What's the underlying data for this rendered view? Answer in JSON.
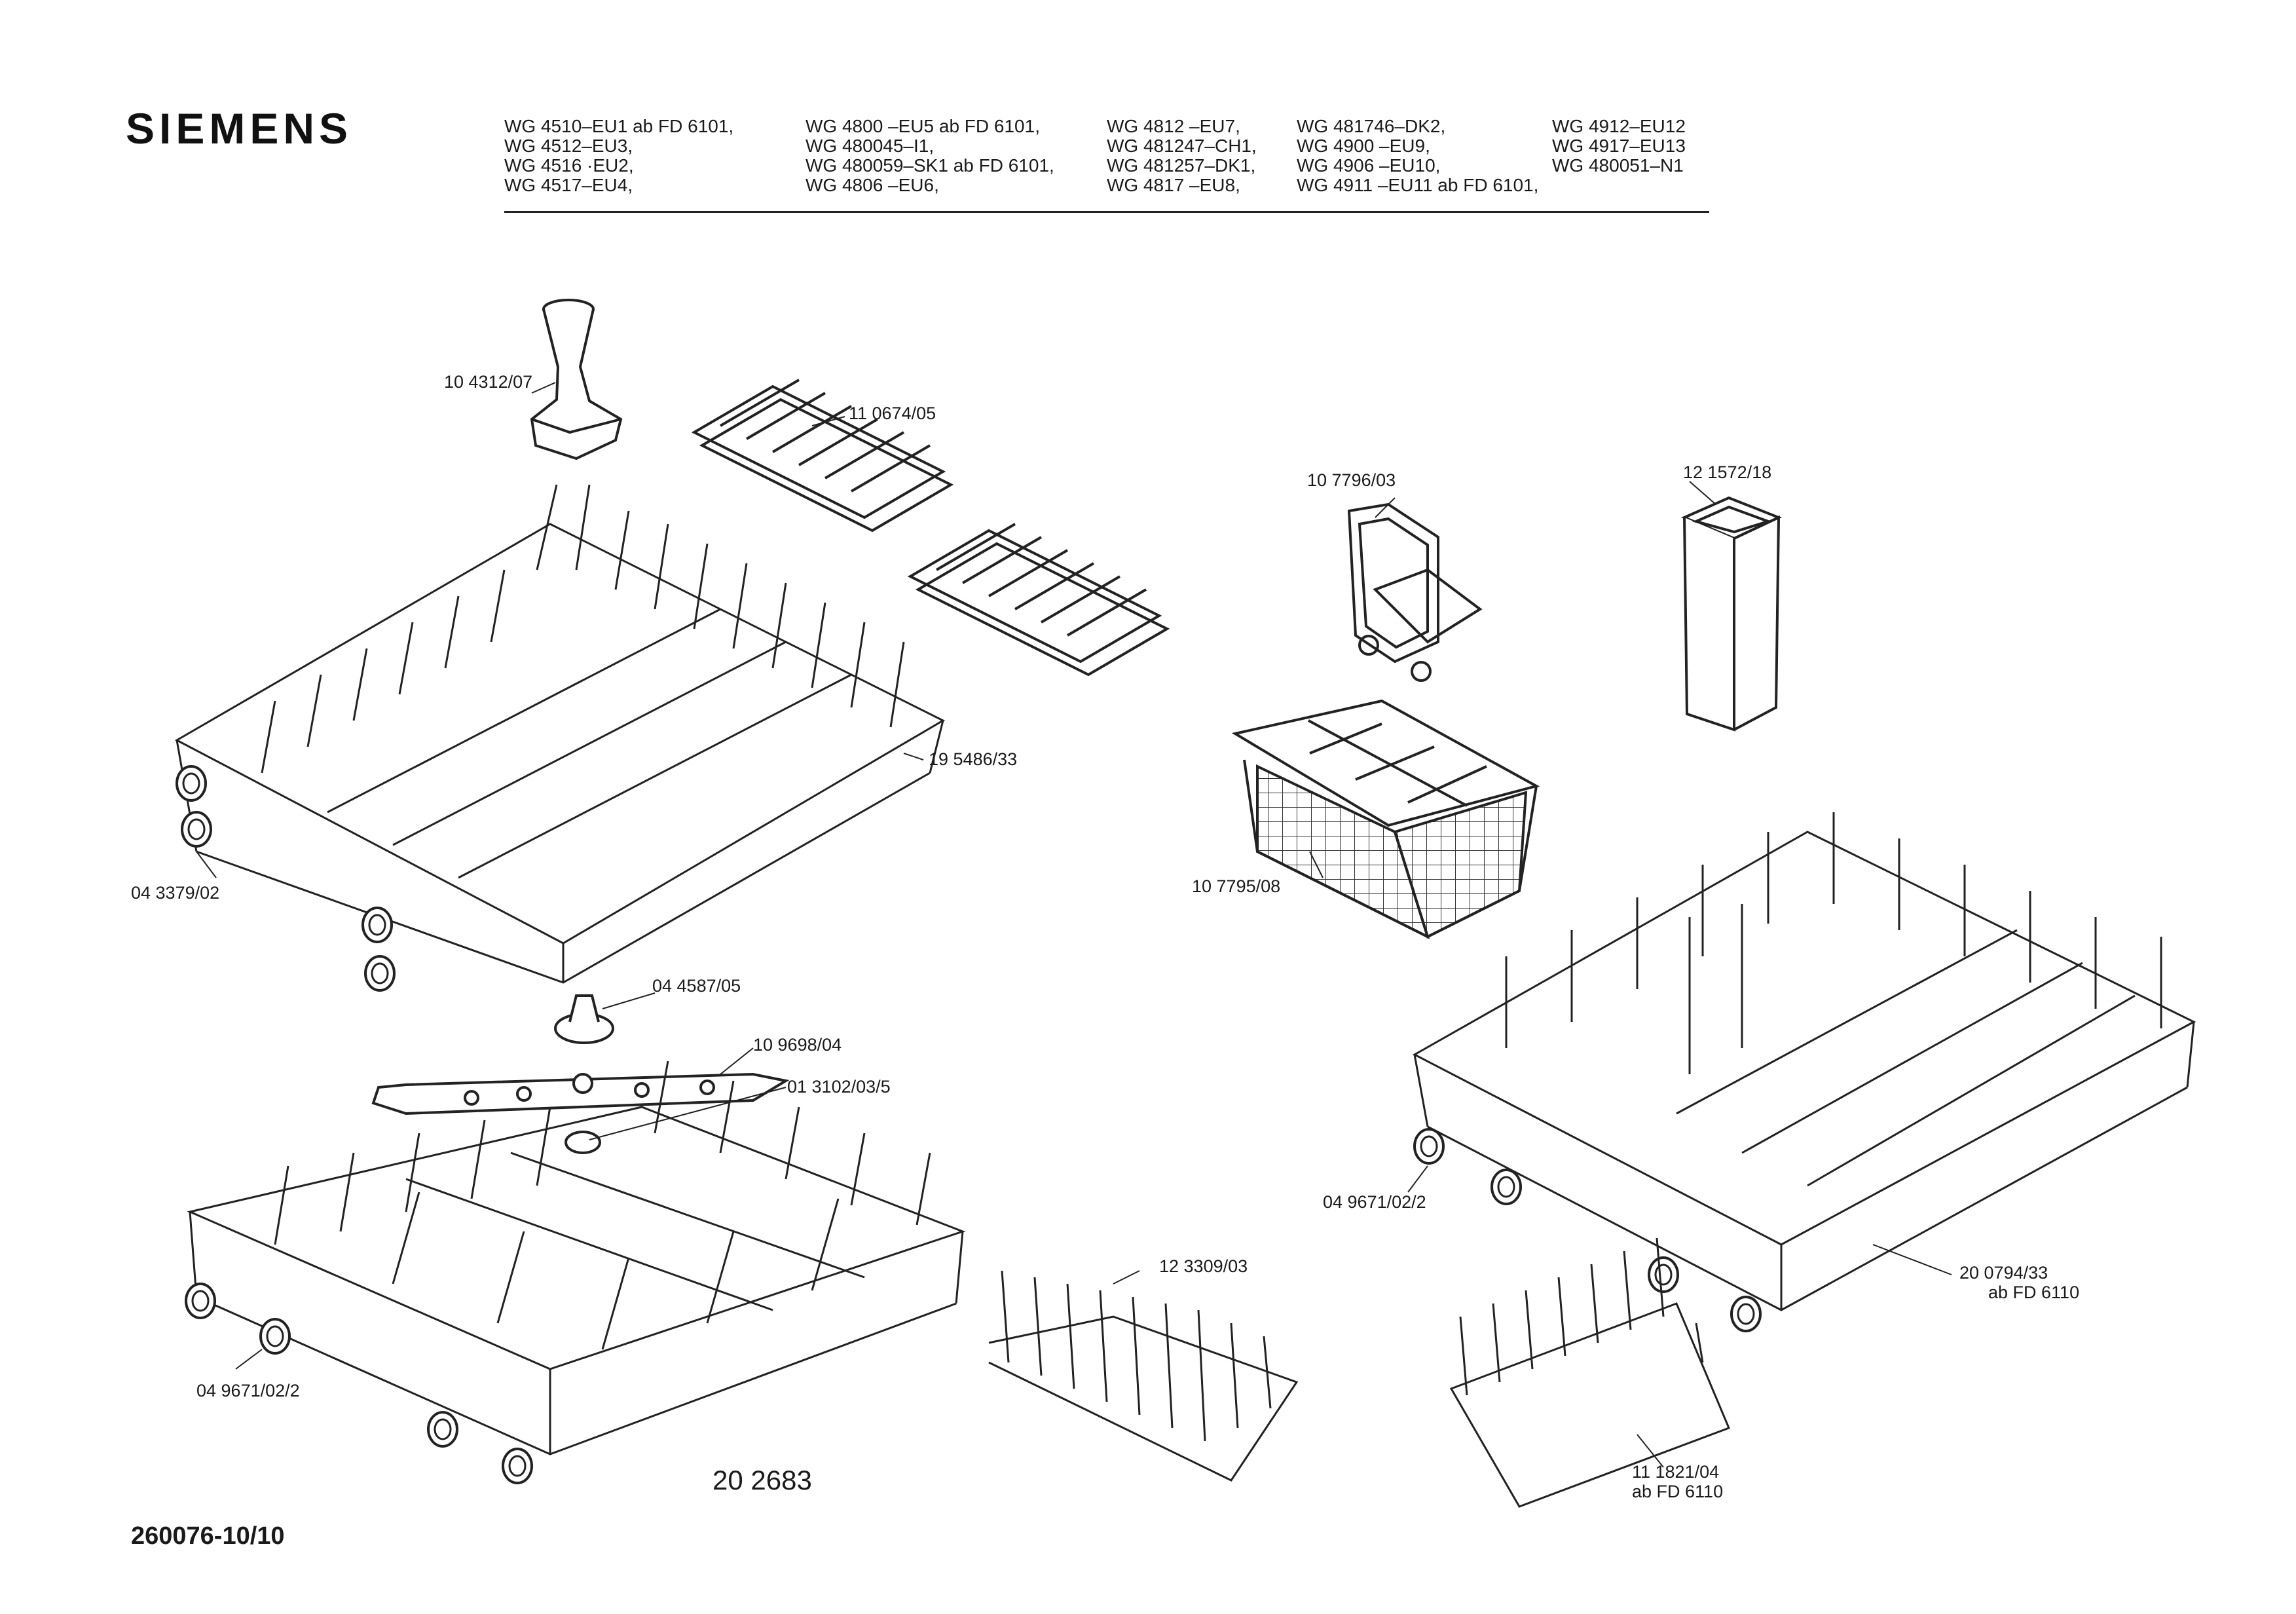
{
  "brand": "SIEMENS",
  "models": [
    [
      "WG 4510–EU1  ab FD 6101,",
      "WG 4800  –EU5 ab FD 6101,",
      "WG 4812  –EU7,",
      "WG 481746–DK2,",
      "WG 4912–EU12"
    ],
    [
      "WG 4512–EU3,",
      "WG 480045–I1,",
      "WG 481247–CH1,",
      "WG 4900  –EU9,",
      "WG 4917–EU13"
    ],
    [
      "WG 4516 ·EU2,",
      "WG 480059–SK1 ab FD 6101,",
      "WG 481257–DK1,",
      "WG 4906  –EU10,",
      "WG 480051–N1"
    ],
    [
      "WG 4517–EU4,",
      "WG 4806  –EU6,",
      "WG 4817  –EU8,",
      "WG 4911  –EU11 ab FD 6101,",
      ""
    ]
  ],
  "parts": {
    "p104312": "10 4312/07",
    "p110674": "11 0674/05",
    "p107796": "10 7796/03",
    "p121572": "12 1572/18",
    "p195486": "19 5486/33",
    "p043379": "04 3379/02",
    "p107795": "10 7795/08",
    "p044587": "04 4587/05",
    "p109698": "10 9698/04",
    "p013102": "01 3102/03/5",
    "p049671a": "04 9671/02/2",
    "p049671b": "04 9671/02/2",
    "p200794": "20 0794/33",
    "p200794_note": "ab FD 6110",
    "p123309": "12 3309/03",
    "p111821": "11 1821/04",
    "p111821_note": "ab FD 6110"
  },
  "doc_number": "20 2683",
  "footer": "260076-10/10"
}
